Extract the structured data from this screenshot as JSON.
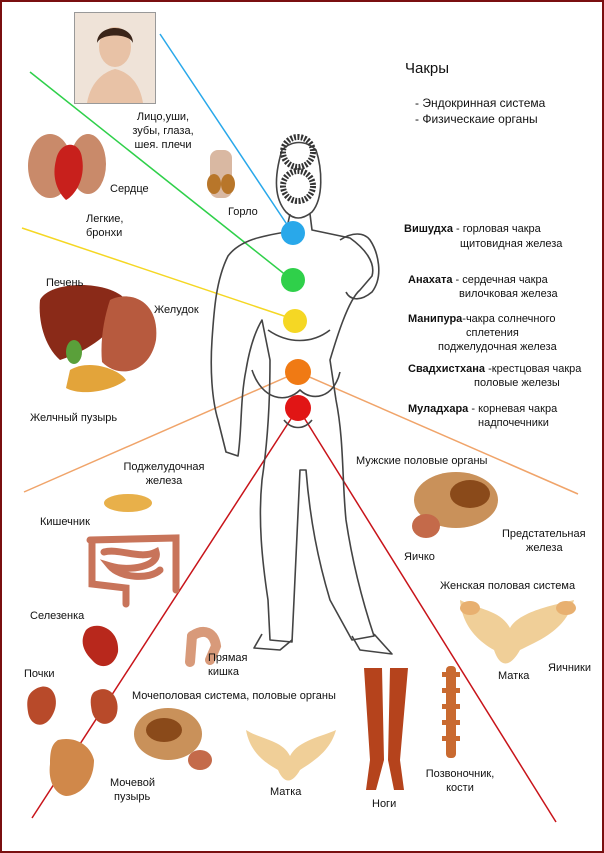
{
  "title": "Чакры",
  "subtitle": [
    "- Эндокринная система",
    "- Физическаие органы"
  ],
  "photo_caption": [
    "Лицо,уши,",
    "зубы, глаза,",
    "шея. плечи"
  ],
  "chakras": [
    {
      "name": "Вишудха",
      "line1": " - горловая чакра",
      "line2": "щитовидная железа",
      "color": "#29a8ea"
    },
    {
      "name": "Анахата",
      "line1": " - сердечная чакра",
      "line2": "вилочковая железа",
      "color": "#2fd04a"
    },
    {
      "name": "Манипура",
      "line1": "-чакра солнечного",
      "line2": "сплетения",
      "line3": "поджелудочная железа",
      "color": "#f5d724"
    },
    {
      "name": "Свадхистхана",
      "line1": " -крестцовая чакра",
      "line2": "половые железы",
      "color": "#f07a14"
    },
    {
      "name": "Муладхара",
      "line1": " - корневая чакра",
      "line2": "надпочечники",
      "color": "#e11515"
    }
  ],
  "organs": {
    "heart": "Сердце",
    "throat": "Горло",
    "lungs": [
      "Легкие,",
      "бронхи"
    ],
    "liver": "Печень",
    "stomach": "Желудок",
    "gallbladder": "Желчный пузырь",
    "pancreas": [
      "Поджелудочная",
      "железа"
    ],
    "intestine": "Кишечник",
    "male": "Мужские половые органы",
    "prostate": [
      "Предстательная",
      "железа"
    ],
    "testicle": "Яичко",
    "female": "Женская половая система",
    "ovaries": "Яичники",
    "uterus_r": "Матка",
    "spleen": "Селезенка",
    "rectum": [
      "Прямая",
      "кишка"
    ],
    "kidneys": "Почки",
    "urogenital": "Мочеполовая система, половые органы",
    "bladder": [
      "Мочевой",
      "пузырь"
    ],
    "uterus_b": "Матка",
    "legs": "Ноги",
    "spine": [
      "Позвоночник,",
      "кости"
    ]
  }
}
